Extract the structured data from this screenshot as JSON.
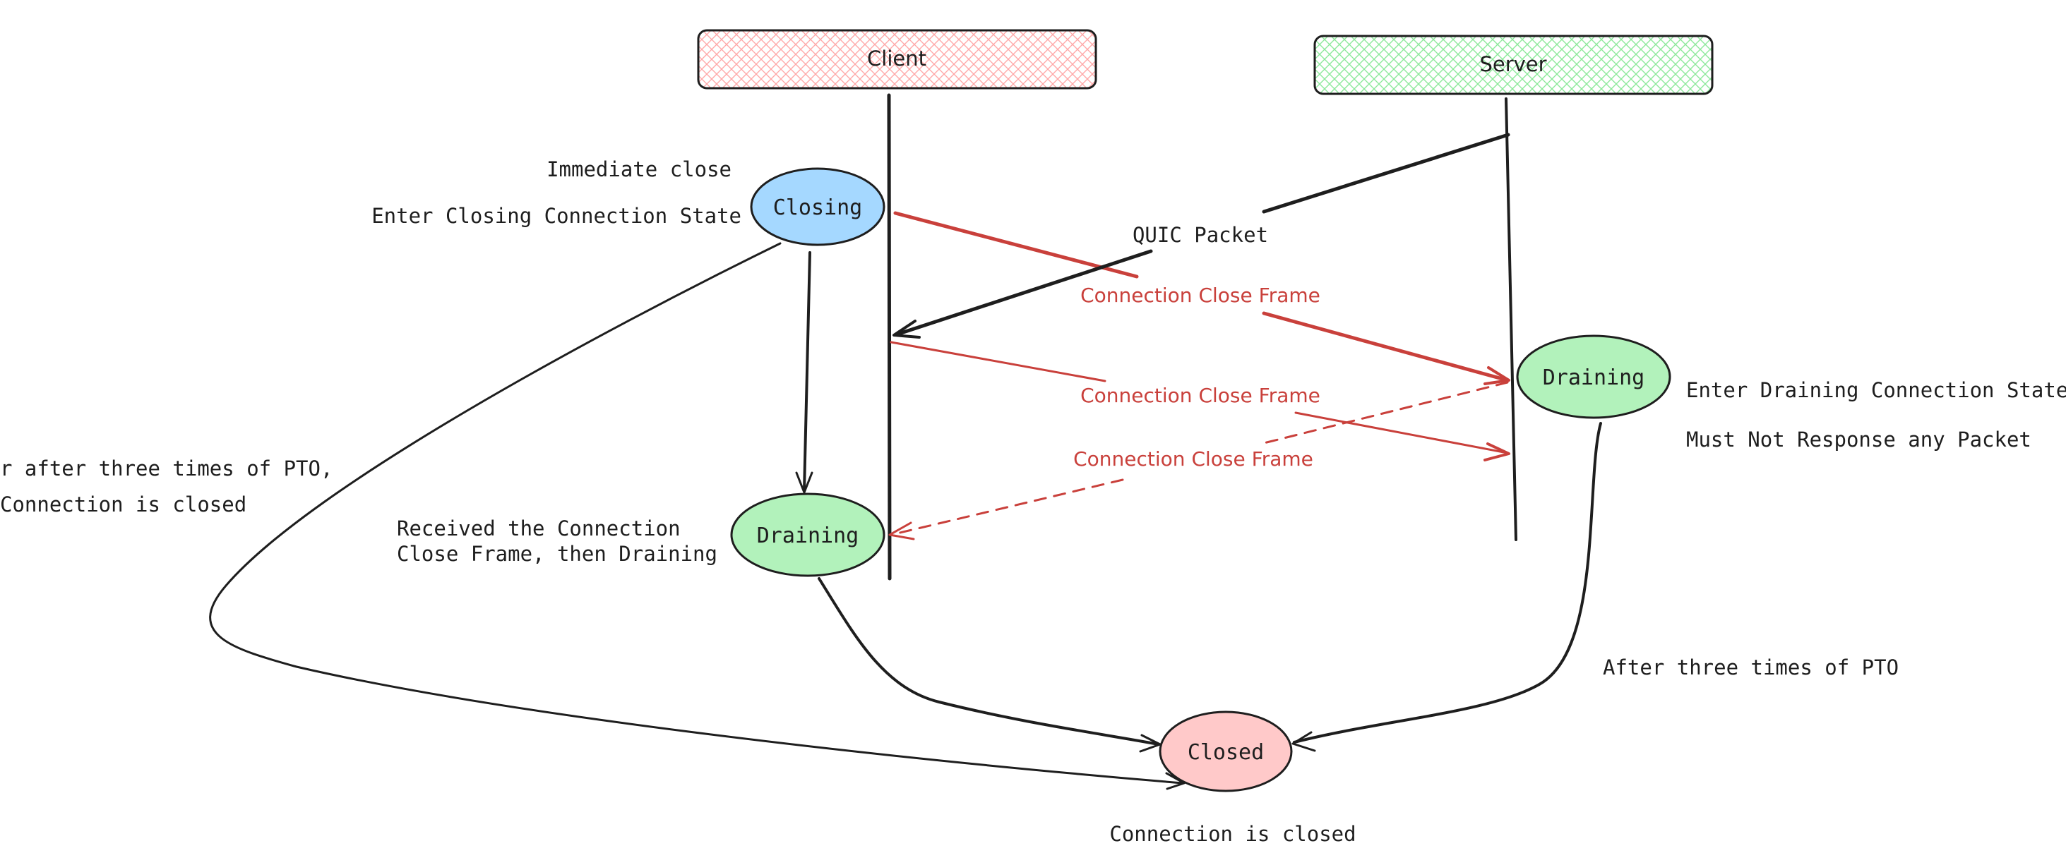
{
  "actors": {
    "client": {
      "label": "Client",
      "fill": "#ffc9c9"
    },
    "server": {
      "label": "Server",
      "fill": "#b2f2bb"
    }
  },
  "nodes": {
    "client_closing": {
      "label": "Closing",
      "fill": "#a5d8ff"
    },
    "client_draining": {
      "label": "Draining",
      "fill": "#b2f2bb"
    },
    "server_draining": {
      "label": "Draining",
      "fill": "#b2f2bb"
    },
    "closed": {
      "label": "Closed",
      "fill": "#ffc9c9"
    }
  },
  "annotations": {
    "immediate_close": "Immediate close",
    "enter_closing": "Enter Closing Connection State",
    "quic_packet": "QUIC Packet",
    "after_pto_left_line1": "r after three times of PTO,",
    "after_pto_left_line2": "Connection is closed",
    "received_line1": "Received the Connection",
    "received_line2": "Close Frame, then Draining",
    "enter_draining": "Enter Draining Connection State",
    "must_not_respond": "Must Not Response any Packet",
    "after_pto_right": "After three times of PTO",
    "connection_closed": "Connection is closed"
  },
  "messages": {
    "close_frame_1": "Connection Close Frame",
    "close_frame_2": "Connection Close Frame",
    "close_frame_3": "Connection Close Frame"
  },
  "colors": {
    "stroke": "#1e1e1e",
    "message": "#c9403b"
  }
}
